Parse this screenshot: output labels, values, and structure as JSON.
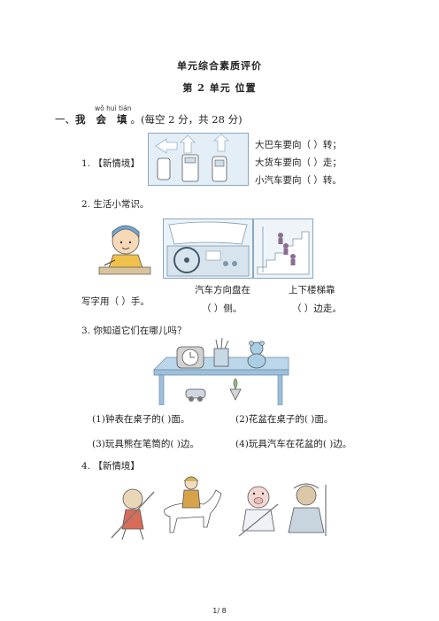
{
  "header": {
    "title": "单元综合素质评价",
    "subtitle": "第 2 单元   位置"
  },
  "section1": {
    "pinyin": "wǒ  huì  tián",
    "label": "一、",
    "chars": "我 会 填",
    "note": "。(每空 2 分，共 28 分)"
  },
  "q1": {
    "label": "1. 【新情境】",
    "lines": [
      "大巴车要向（      ）转；",
      "大货车要向（      ）走；",
      "小汽车要向（      ）转。"
    ]
  },
  "q2": {
    "label": "2. 生活小常识。",
    "caption_a": "写字用（      ）手。",
    "caption_b1": "汽车方向盘在",
    "caption_b2": "（      ）侧。",
    "caption_c1": "上下楼梯靠",
    "caption_c2": "（      ）边走。"
  },
  "q3": {
    "label": "3. 你知道它们在哪儿吗？",
    "items": [
      "(1)钟表在桌子的(      )面。",
      "(2)花盆在桌子的(      )面。",
      "(3)玩具熊在笔筒的(      )边。",
      "(4)玩具汽车在花盆的(      )边。"
    ]
  },
  "q4": {
    "label": "4. 【新情境】"
  },
  "footer": {
    "page": "1/ 8"
  }
}
